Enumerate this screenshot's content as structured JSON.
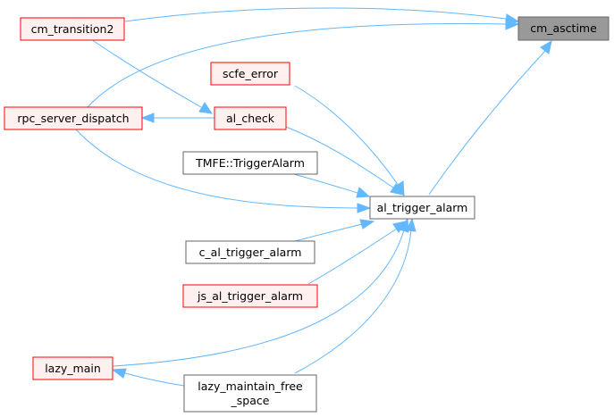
{
  "colors": {
    "edge": "#63b8ff",
    "focus_fill": "#999999",
    "focus_border": "#666666",
    "normal_fill": "#ffffff",
    "normal_border": "#666666",
    "truncated_fill": "#fff0f0",
    "truncated_border": "#ff0000"
  },
  "nodes": {
    "cm_asctime": {
      "label": "cm_asctime",
      "style": "focus"
    },
    "cm_transition2": {
      "label": "cm_transition2",
      "style": "truncated"
    },
    "scfe_error": {
      "label": "scfe_error",
      "style": "truncated"
    },
    "rpc_server_dispatch": {
      "label": "rpc_server_dispatch",
      "style": "truncated"
    },
    "al_check": {
      "label": "al_check",
      "style": "truncated"
    },
    "tmfe_triggeralarm": {
      "label": "TMFE::TriggerAlarm",
      "style": "normal"
    },
    "al_trigger_alarm": {
      "label": "al_trigger_alarm",
      "style": "normal"
    },
    "c_al_trigger_alarm": {
      "label": "c_al_trigger_alarm",
      "style": "normal"
    },
    "js_al_trigger_alarm": {
      "label": "js_al_trigger_alarm",
      "style": "truncated"
    },
    "lazy_main": {
      "label": "lazy_main",
      "style": "truncated"
    },
    "lazy_maintain_free_space": {
      "label_line1": "lazy_maintain_free",
      "label_line2": "_space",
      "style": "normal"
    }
  }
}
